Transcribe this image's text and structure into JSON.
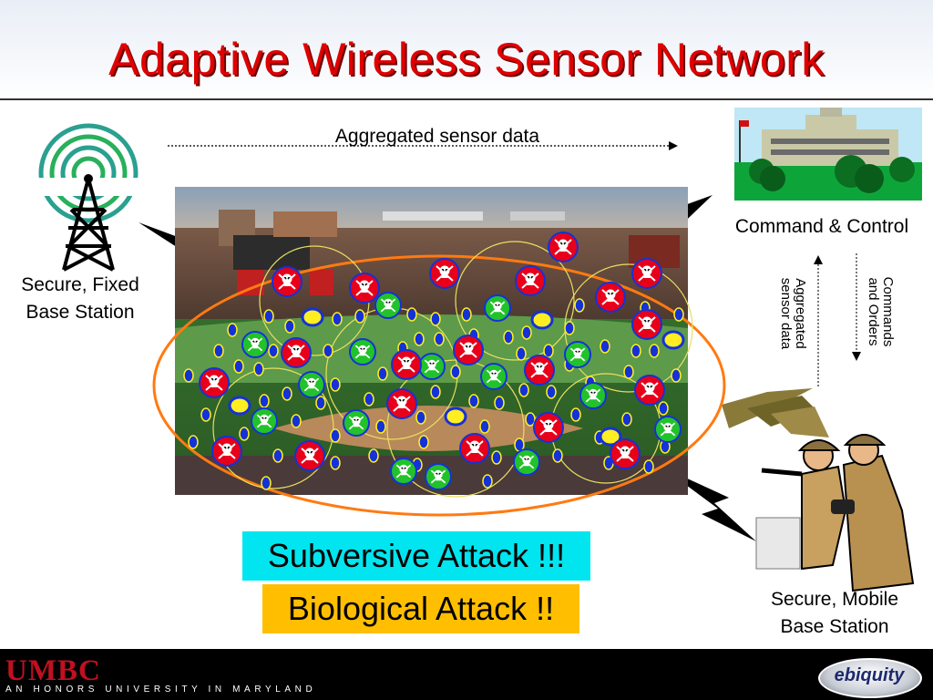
{
  "slide": {
    "title": "Adaptive Wireless Sensor Network"
  },
  "labels": {
    "aggregated_top": "Aggregated sensor data",
    "fixed_station_line1": "Secure, Fixed",
    "fixed_station_line2": "Base Station",
    "command_control": "Command & Control",
    "aggregated_side_line1": "Aggregated",
    "aggregated_side_line2": "sensor data",
    "commands_line1": "Commands",
    "commands_line2": "and Orders",
    "mobile_station_line1": "Secure, Mobile",
    "mobile_station_line2": "Base Station"
  },
  "attacks": {
    "subversive": "Subversive Attack !!!",
    "biological": "Biological Attack !!"
  },
  "footer": {
    "logo": "UMBC",
    "tagline": "AN HONORS UNIVERSITY IN MARYLAND",
    "vendor": "ebiquity"
  },
  "colors": {
    "title": "#e00000",
    "attack_subversive_bg": "#00e5ef",
    "attack_biological_bg": "#ffbf00",
    "compromised_node": "#e8001a",
    "biological_node": "#22c22a",
    "sensor_node": "#1432d8",
    "cluster_head": "#ffee22",
    "network_boundary": "#ff7a12"
  },
  "icons": {
    "fixed_station": "radio-tower-icon",
    "command_control": "government-building-icon",
    "mobile_station": "soldiers-icon",
    "aircraft": "fighter-jet-icon",
    "link": "lightning-bolt-icon",
    "compromised": "skull-crossbones-icon"
  }
}
